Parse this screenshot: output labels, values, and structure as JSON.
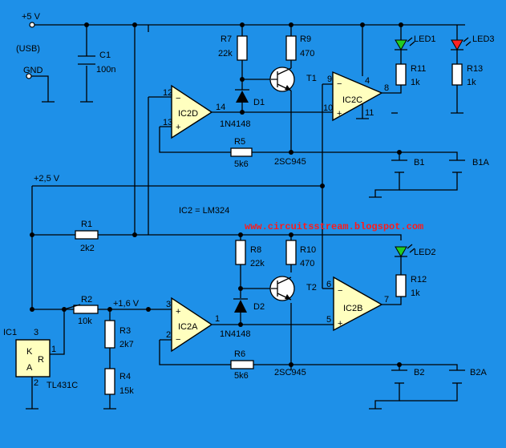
{
  "rails": {
    "vcc_label": "+5 V",
    "usb_label": "(USB)",
    "gnd_label": "GND",
    "half_rail_label": "+2,5 V",
    "ref_label": "+1,6 V"
  },
  "notes": {
    "ic2_note": "IC2 = LM324",
    "website": "www.circuitsstream.blogspot.com"
  },
  "capacitors": {
    "c1_name": "C1",
    "c1_value": "100n"
  },
  "resistors": {
    "r1_name": "R1",
    "r1_value": "2k2",
    "r2_name": "R2",
    "r2_value": "10k",
    "r3_name": "R3",
    "r3_value": "2k7",
    "r4_name": "R4",
    "r4_value": "15k",
    "r5_name": "R5",
    "r5_value": "5k6",
    "r6_name": "R6",
    "r6_value": "5k6",
    "r7_name": "R7",
    "r7_value": "22k",
    "r8_name": "R8",
    "r8_value": "22k",
    "r9_name": "R9",
    "r9_value": "470",
    "r10_name": "R10",
    "r10_value": "470",
    "r11_name": "R11",
    "r11_value": "1k",
    "r12_name": "R12",
    "r12_value": "1k",
    "r13_name": "R13",
    "r13_value": "1k"
  },
  "diodes": {
    "d1_name": "D1",
    "d2_name": "D2",
    "d1_type": "1N4148",
    "d2_type": "1N4148"
  },
  "transistors": {
    "t1_name": "T1",
    "t2_name": "T2",
    "t1_type": "2SC945",
    "t2_type": "2SC945"
  },
  "leds": {
    "led1": "LED1",
    "led2": "LED2",
    "led3": "LED3",
    "led1_color": "#22cc22",
    "led2_color": "#22cc22",
    "led3_color": "#ff2222"
  },
  "batteries": {
    "b1": "B1",
    "b2": "B2",
    "b1a": "B1A",
    "b2a": "B2A"
  },
  "opamps": {
    "ic2a": "IC2A",
    "ic2b": "IC2B",
    "ic2c": "IC2C",
    "ic2d": "IC2D",
    "pins": {
      "d_inv": "12",
      "d_noninv": "13",
      "d_out": "14",
      "c_inv": "9",
      "c_noninv": "10",
      "c_out": "8",
      "c_vcc": "4",
      "c_gnd": "11",
      "a_noninv": "3",
      "a_inv": "2",
      "a_out": "1",
      "b_inv": "6",
      "b_noninv": "5",
      "b_out": "7"
    }
  },
  "ic1": {
    "name": "IC1",
    "type": "TL431C",
    "pin3": "3",
    "pin1": "1",
    "pin2": "2",
    "k": "K",
    "r": "R",
    "a": "A"
  }
}
